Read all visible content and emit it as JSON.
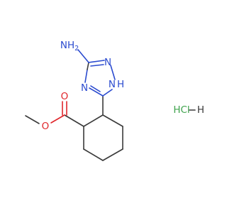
{
  "structure": {
    "labels": {
      "amine": "NH",
      "amine_sub": "2",
      "n_upper": "N",
      "n_left": "N",
      "n_h": "N",
      "n_h_suffix": "H",
      "carbonyl_o": "O",
      "ester_o": "O",
      "hcl": "HCl",
      "hcl_h": "H"
    },
    "colors": {
      "nitrogen": "#2b4bcf",
      "oxygen": "#e0262b",
      "carbon_bond": "#3a3a3a",
      "chlorine": "#3fa34d",
      "hydrogen": "#3a3a3a"
    }
  }
}
